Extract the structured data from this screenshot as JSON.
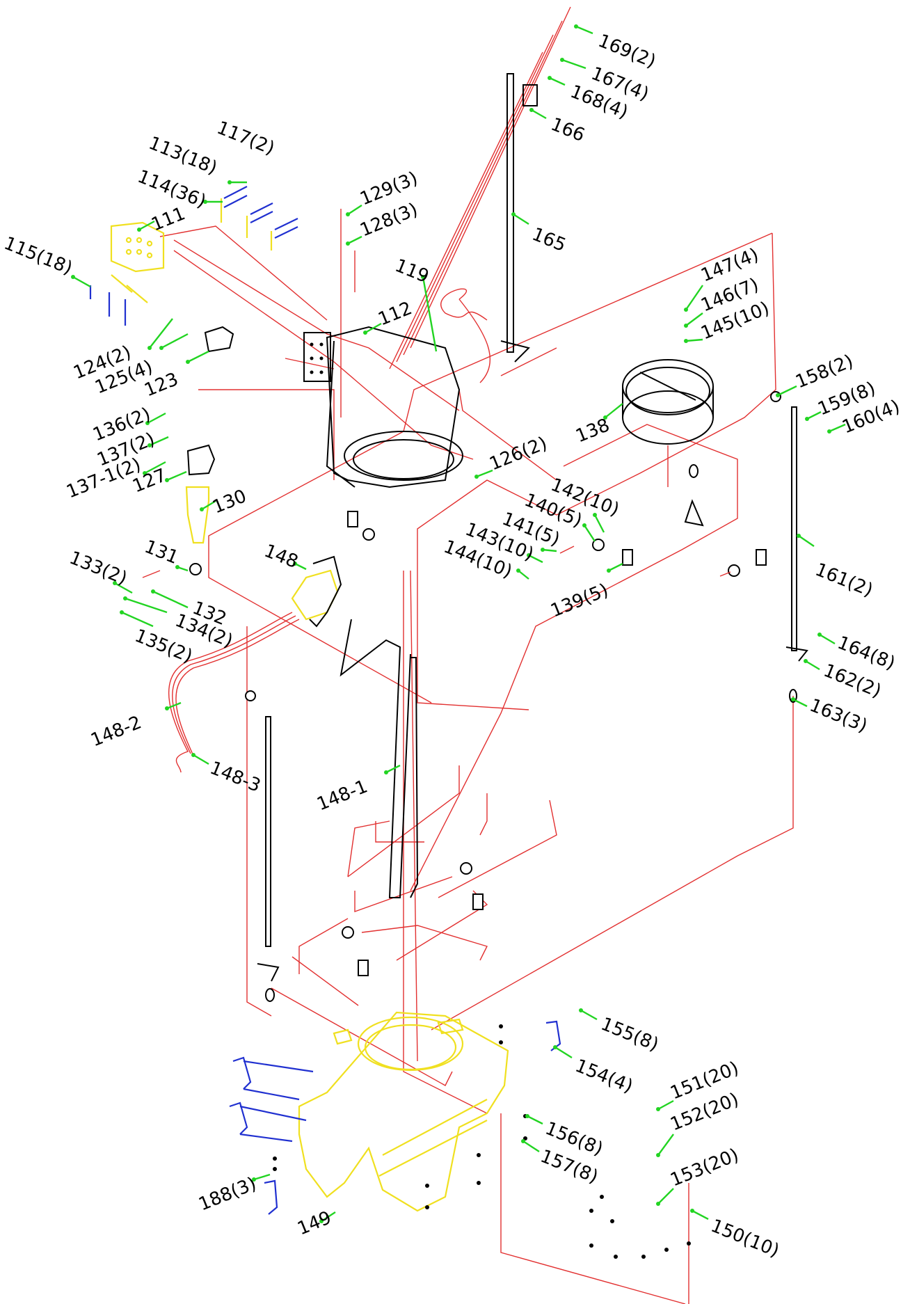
{
  "callouts": [
    {
      "id": "c169",
      "text": "169(2)"
    },
    {
      "id": "c167",
      "text": "167(4)"
    },
    {
      "id": "c168",
      "text": "168(4)"
    },
    {
      "id": "c166",
      "text": "166"
    },
    {
      "id": "c165",
      "text": "165"
    },
    {
      "id": "c117",
      "text": "117(2)"
    },
    {
      "id": "c113",
      "text": "113(18)"
    },
    {
      "id": "c114",
      "text": "114(36)"
    },
    {
      "id": "c111",
      "text": "111"
    },
    {
      "id": "c115",
      "text": "115(18)"
    },
    {
      "id": "c129",
      "text": "129(3)"
    },
    {
      "id": "c128",
      "text": "128(3)"
    },
    {
      "id": "c119",
      "text": "119"
    },
    {
      "id": "c112",
      "text": "112"
    },
    {
      "id": "c147",
      "text": "147(4)"
    },
    {
      "id": "c146",
      "text": "146(7)"
    },
    {
      "id": "c145",
      "text": "145(10)"
    },
    {
      "id": "c124",
      "text": "124(2)"
    },
    {
      "id": "c125",
      "text": "125(4)"
    },
    {
      "id": "c123",
      "text": "123"
    },
    {
      "id": "c158",
      "text": "158(2)"
    },
    {
      "id": "c159",
      "text": "159(8)"
    },
    {
      "id": "c160",
      "text": "160(4)"
    },
    {
      "id": "c138",
      "text": "138"
    },
    {
      "id": "c136",
      "text": "136(2)"
    },
    {
      "id": "c137",
      "text": "137(2)"
    },
    {
      "id": "c1371",
      "text": "137-1(2)"
    },
    {
      "id": "c126",
      "text": "126(2)"
    },
    {
      "id": "c127",
      "text": "127"
    },
    {
      "id": "c130",
      "text": "130"
    },
    {
      "id": "c142",
      "text": "142(10)"
    },
    {
      "id": "c140",
      "text": "140(5)"
    },
    {
      "id": "c141",
      "text": "141(5)"
    },
    {
      "id": "c143",
      "text": "143(10)"
    },
    {
      "id": "c144",
      "text": "144(10)"
    },
    {
      "id": "c139",
      "text": "139(5)"
    },
    {
      "id": "c161",
      "text": "161(2)"
    },
    {
      "id": "c131",
      "text": "131"
    },
    {
      "id": "c148",
      "text": "148"
    },
    {
      "id": "c133",
      "text": "133(2)"
    },
    {
      "id": "c132",
      "text": "132"
    },
    {
      "id": "c134",
      "text": "134(2)"
    },
    {
      "id": "c135",
      "text": "135(2)"
    },
    {
      "id": "c164",
      "text": "164(8)"
    },
    {
      "id": "c162",
      "text": "162(2)"
    },
    {
      "id": "c163",
      "text": "163(3)"
    },
    {
      "id": "c1482",
      "text": "148-2"
    },
    {
      "id": "c1483",
      "text": "148-3"
    },
    {
      "id": "c1481",
      "text": "148-1"
    },
    {
      "id": "c155",
      "text": "155(8)"
    },
    {
      "id": "c154",
      "text": "154(4)"
    },
    {
      "id": "c151",
      "text": "151(20)"
    },
    {
      "id": "c152",
      "text": "152(20)"
    },
    {
      "id": "c156",
      "text": "156(8)"
    },
    {
      "id": "c157",
      "text": "157(8)"
    },
    {
      "id": "c153",
      "text": "153(20)"
    },
    {
      "id": "c188",
      "text": "188(3)"
    },
    {
      "id": "c149",
      "text": "149"
    },
    {
      "id": "c150",
      "text": "150(10)"
    }
  ],
  "colors": {
    "leader": "#22d422",
    "assembly_line": "#e23030",
    "part_outline": "#000000",
    "highlight_yellow": "#f0e020",
    "highlight_blue": "#2030d0"
  }
}
